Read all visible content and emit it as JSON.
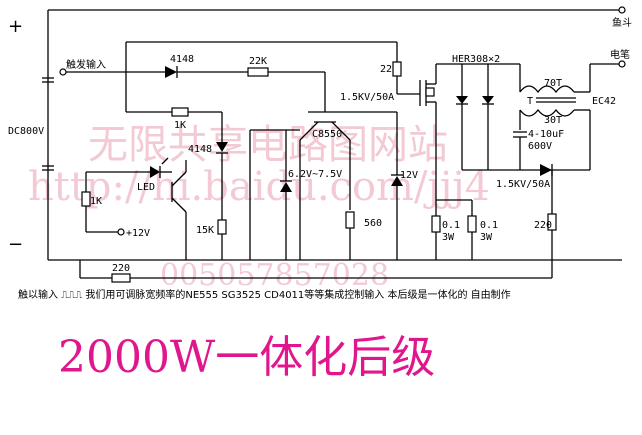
{
  "labels": {
    "plus": "+",
    "minus": "−",
    "dc800": "DC800V",
    "trigger_in": "触发输入",
    "d4148_top": "4148",
    "r22k": "22K",
    "r22": "22",
    "r1k_mid": "1K",
    "d4148_mid": "4148",
    "q_c8550": "C8550",
    "mosfet": "1.5KV/50A",
    "led": "LED",
    "r1k_left": "1K",
    "plus12": "+12V",
    "zener_range": "6.2V~7.5V",
    "zener_12v": "12V",
    "r15k": "15K",
    "r560": "560",
    "r220_bottom": "220",
    "rs1": "0.1",
    "rs1_w": "3W",
    "rs2": "0.1",
    "rs2_w": "3W",
    "r220_right": "220",
    "her308": "HER308×2",
    "t_70t": "70T",
    "t_label": "T",
    "t_30t": "30T",
    "ec42": "EC42",
    "cap": "4-10uF",
    "cap_v": "600V",
    "diode_right": "1.5KV/50A",
    "yudou": "鱼斗",
    "dianbi": "电笔",
    "footer": "触以输入 ⎍⎍⎍ 我们用可调脉宽频率的NE555 SG3525 CD4011等等集成控制输入 本后级是一体化的 自由制作"
  },
  "watermark": {
    "line1": "无限共享电路图网站",
    "line2": "http://hi.baidu.com/jjj4",
    "line3": "005057857028"
  },
  "title": "2000W一体化后级"
}
